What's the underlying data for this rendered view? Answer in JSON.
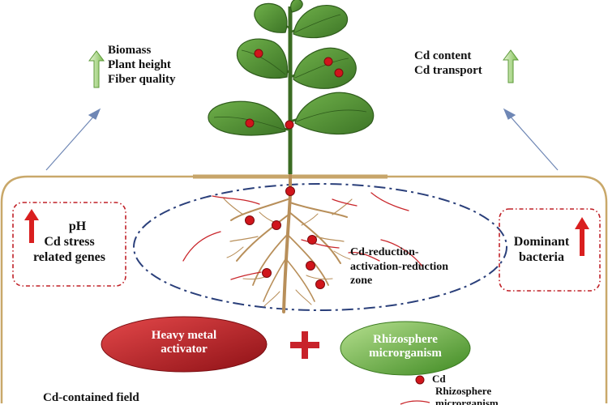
{
  "top_left_effects": [
    "Biomass",
    "Plant height",
    "Fiber quality"
  ],
  "top_right_effects": [
    "Cd content",
    "Cd transport"
  ],
  "left_box": {
    "lines": [
      "pH",
      "Cd stress",
      "related genes"
    ]
  },
  "right_box": {
    "lines": [
      "Dominant",
      "bacteria"
    ]
  },
  "zone_label": [
    "Cd-reduction-",
    "activation-reduction",
    "zone"
  ],
  "activator_label": [
    "Heavy metal",
    "activator"
  ],
  "microbe_label": [
    "Rhizosphere",
    "microrganism"
  ],
  "legend": {
    "cd": "Cd",
    "microorganism": "Rhizosphere microrganism"
  },
  "field_label": "Cd-contained field",
  "colors": {
    "up_arrow_green": "#9bd07a",
    "up_arrow_red": "#d91f1f",
    "cd_dot": "#d0151b",
    "soil_border": "#c9a86a",
    "zone_dash": "#2a3f7a",
    "activator_fill": "#b81d25",
    "microbe_fill": "#5aa632",
    "leaf": "#4f8f34",
    "stem": "#3a6b22",
    "root": "#b88f5a"
  }
}
